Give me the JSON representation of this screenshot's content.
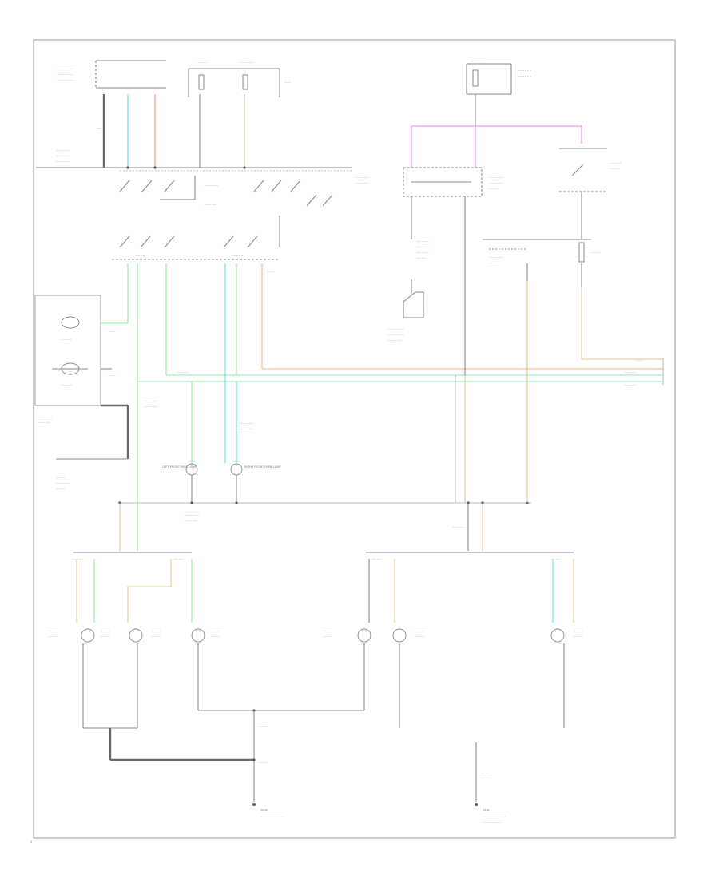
{
  "page_id": "4",
  "labels": {
    "headlamp_switch": "HEADLAMP SWITCH",
    "fuse_panel": "FUSE PANEL",
    "multifunction_switch": "MULTIFUNCTION SWITCH",
    "left_front_park_lamp": "LEFT FRONT PARK LAMP",
    "right_front_park_lamp": "RIGHT FRONT PARK LAMP",
    "ground_left": "G100",
    "ground_right": "G101"
  },
  "wire_colors": {
    "black": "#8a8a8a",
    "light_green": "#8ee89a",
    "light_blue": "#5fe2ee",
    "red": "#f08f8f",
    "orange": "#f4b288",
    "tan": "#e0c98a",
    "olive": "#c8c882",
    "pink": "#ec80ec"
  }
}
